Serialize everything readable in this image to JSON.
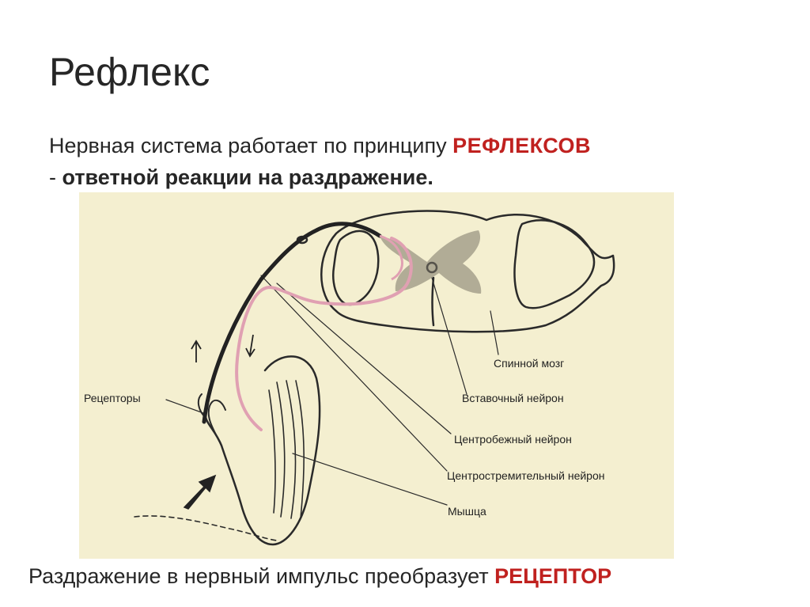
{
  "title": "Рефлекс",
  "intro": {
    "text_start": "Нервная система работает по принципу ",
    "highlight": "РЕФЛЕКСОВ",
    "dash": " - ",
    "definition": "ответной реакции на раздражение."
  },
  "diagram": {
    "labels": {
      "spinal_cord": "Спинной мозг",
      "interneuron": "Вставочный нейрон",
      "efferent": "Центробежный нейрон",
      "afferent": "Центростремительный нейрон",
      "receptors": "Рецепторы",
      "muscle": "Мышца"
    },
    "colors": {
      "background": "#f4efd0",
      "efferent_path": "#e0a0b2",
      "afferent_path": "#222222"
    }
  },
  "footer": {
    "text": "Раздражение в нервный импульс преобразует ",
    "highlight": "РЕЦЕПТОР"
  },
  "colors": {
    "accent": "#c0211f",
    "text": "#262626"
  }
}
